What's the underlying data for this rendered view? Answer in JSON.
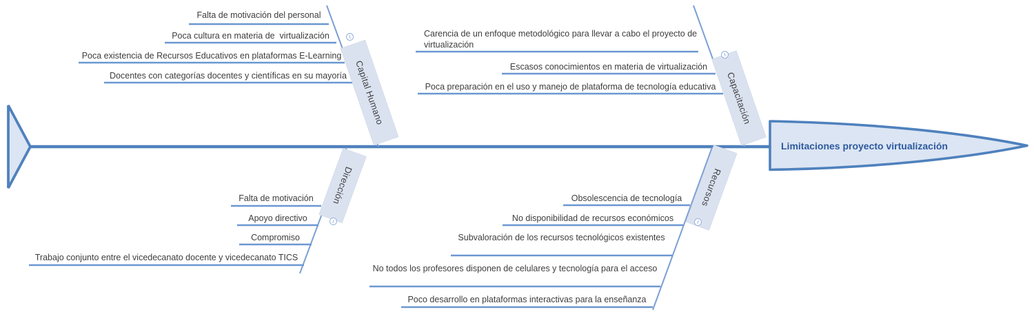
{
  "diagram": {
    "head": {
      "label": "Limitaciones proyecto virtualización"
    },
    "branches": [
      {
        "label": "Capital Humano",
        "collapse_icon": "minus-circle",
        "causes": [
          "Falta de motivación del personal",
          "Poca cultura en materia de  virtualización",
          "Poca existencia de Recursos Educativos en plataformas E-Learning",
          "Docentes con categorías docentes y científicas en su mayoría"
        ]
      },
      {
        "label": "Capacitación",
        "collapse_icon": "minus-circle",
        "causes": [
          "Carencia de un enfoque metodológico para llevar a cabo el proyecto de virtualización",
          "Escasos conocimientos en materia de virtualización",
          "Poca preparación en el uso y manejo de plataforma de tecnología educativa"
        ]
      },
      {
        "label": "Dirección",
        "collapse_icon": "minus-circle",
        "causes": [
          "Falta de motivación",
          "Apoyo directivo",
          "Compromiso",
          "Trabajo conjunto entre el vicedecanato docente y vicedecanato TICS"
        ]
      },
      {
        "label": "Recursos",
        "collapse_icon": "minus-circle",
        "causes": [
          "Obsolescencia de tecnología",
          "No disponibilidad de recursos económicos",
          "Subvaloración de los recursos tecnológicos existentes",
          "No todos los profesores disponen de celulares y tecnología para el acceso",
          "Poco desarrollo en plataformas interactivas para la enseñanza"
        ]
      }
    ],
    "colors": {
      "spine": "#4f81bd",
      "bones": "#6b97d1",
      "node_fill": "#dbe2ef",
      "shape_fill": "#dce5f3",
      "head_text": "#2d5a9d",
      "cause_text": "#3d3d3d"
    }
  }
}
